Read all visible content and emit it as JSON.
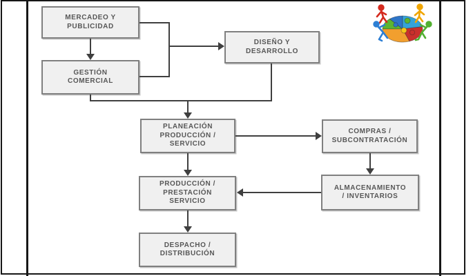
{
  "diagram": {
    "title": "process-flow-diagram",
    "boxes": [
      {
        "id": "mercadeo-publicidad",
        "label": "MERCADEO Y\nPUBLICIDAD"
      },
      {
        "id": "gestion-comercial",
        "label": "GESTIÓN\nCOMERCIAL"
      },
      {
        "id": "diseno-desarrollo",
        "label": "DISEÑO Y\nDESARROLLO"
      },
      {
        "id": "planeacion-produccion-servicio",
        "label": "PLANEACIÓN\nPRODUCCIÓN /\nSERVICIO"
      },
      {
        "id": "compras-subcontratacion",
        "label": "COMPRAS /\nSUBCONTRATACIÓN"
      },
      {
        "id": "produccion-prestacion-servicio",
        "label": "PRODUCCIÓN /\nPRESTACIÓN\nSERVICIO"
      },
      {
        "id": "almacenamiento-inventarios",
        "label": "ALMACENAMIENTO\n/ INVENTARIOS"
      },
      {
        "id": "despacho-distribucion",
        "label": "DESPACHO /\nDISTRIBUCIÓN"
      }
    ],
    "connections": [
      "mercadeo-publicidad -> gestion-comercial",
      "mercadeo-publicidad/gestion-comercial -> diseno-desarrollo",
      "gestion-comercial + diseno-desarrollo -> planeacion-produccion-servicio",
      "planeacion-produccion-servicio -> compras-subcontratacion",
      "compras-subcontratacion -> almacenamiento-inventarios",
      "almacenamiento-inventarios -> produccion-prestacion-servicio",
      "planeacion-produccion-servicio -> produccion-prestacion-servicio",
      "produccion-prestacion-servicio -> despacho-distribucion"
    ],
    "colors": {
      "box_fill": "#f0f0f0",
      "box_border": "#7f7f7f",
      "box_text": "#575757",
      "line": "#3f3f3f",
      "frame": "#161616"
    }
  },
  "logo": {
    "name": "teamwork-puzzle-logo",
    "colors": {
      "piece_green": "#5cb531",
      "piece_blue": "#2e75c8",
      "piece_teal": "#35a3d9",
      "piece_red": "#c9302c",
      "piece_orange": "#f29f2e",
      "knob_yellow": "#f5c518",
      "figure_red": "#d42a1e",
      "figure_orange": "#f0a500",
      "figure_blue": "#2d7fd4",
      "figure_green": "#52b030"
    }
  }
}
